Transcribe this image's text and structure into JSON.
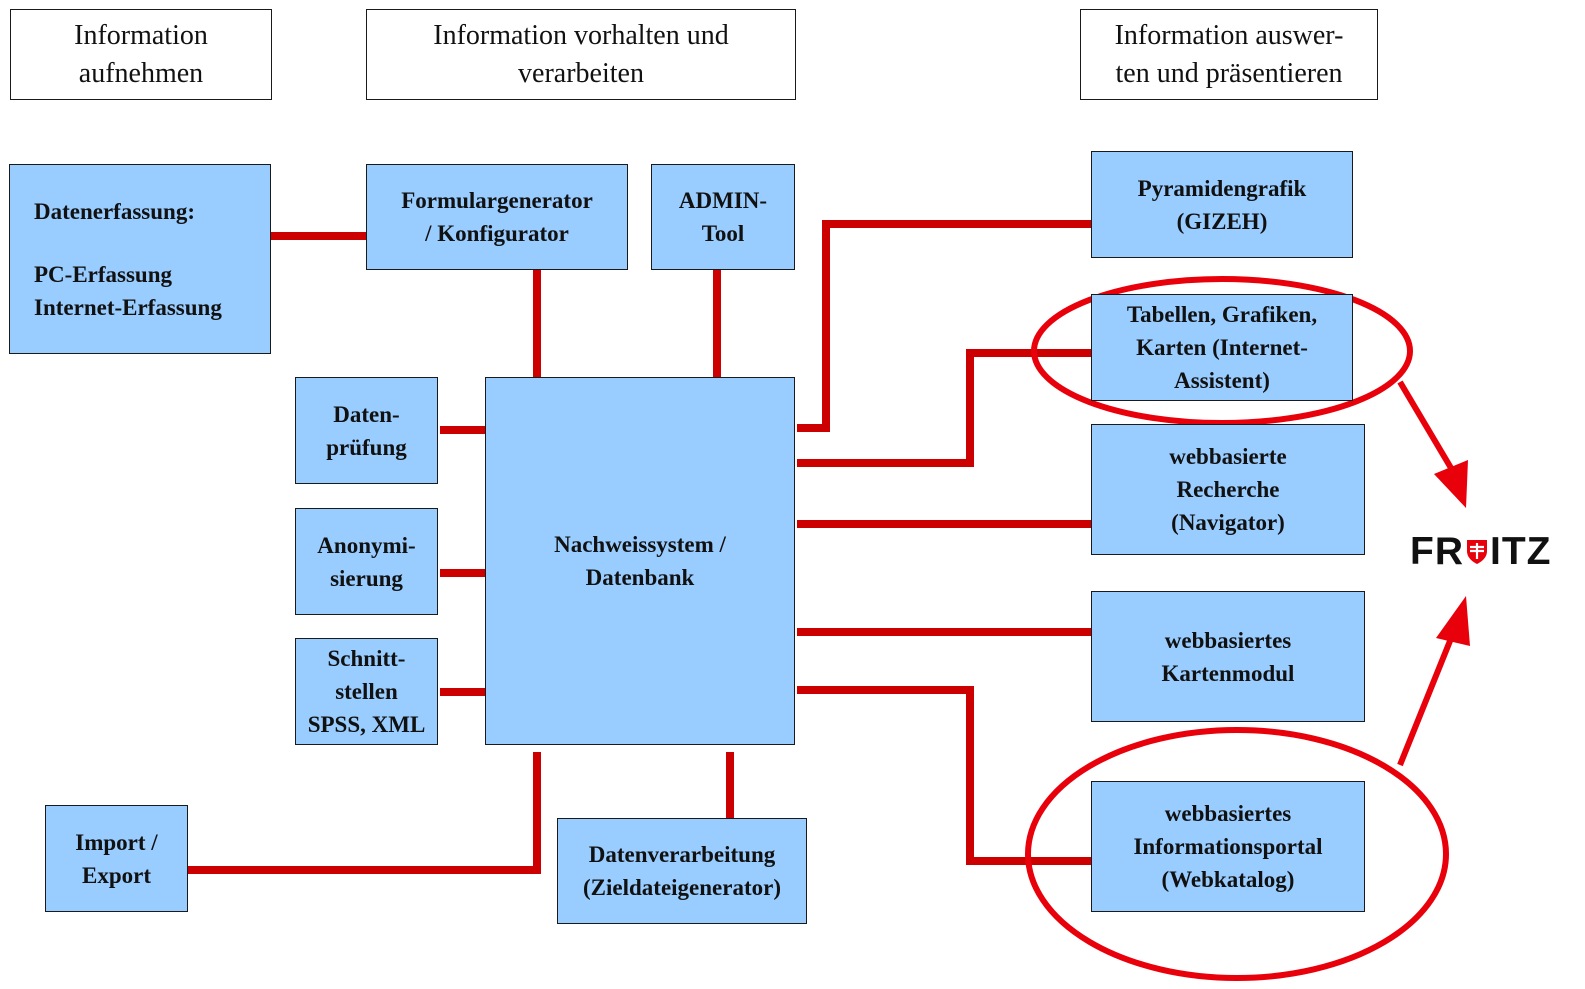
{
  "headers": {
    "capture": [
      "Information",
      "aufnehmen"
    ],
    "process": [
      "Information vorhalten und",
      "verarbeiten"
    ],
    "evaluate": [
      "Information auswer-",
      "ten und präsentieren"
    ]
  },
  "boxes": {
    "datenerfassung": [
      "Datenerfassung:",
      "",
      "PC-Erfassung",
      "Internet-Erfassung"
    ],
    "formulargenerator": [
      "Formulargenerator",
      "/ Konfigurator"
    ],
    "admin_tool": [
      "ADMIN-",
      "Tool"
    ],
    "pyramidengrafik": [
      "Pyramidengrafik",
      "(GIZEH)"
    ],
    "tabellen": [
      "Tabellen, Grafiken,",
      "Karten (Internet-",
      "Assistent)"
    ],
    "datenpruefung": [
      "Daten-",
      "prüfung"
    ],
    "anonymisierung": [
      "Anonymi-",
      "sierung"
    ],
    "schnittstellen": [
      "Schnitt-",
      "stellen",
      "SPSS, XML"
    ],
    "nachweissystem": [
      "Nachweissystem /",
      "Datenbank"
    ],
    "recherche": [
      "webbasierte",
      "Recherche",
      "(Navigator)"
    ],
    "kartenmodul": [
      "webbasiertes",
      "Kartenmodul"
    ],
    "import_export": [
      "Import /",
      "Export"
    ],
    "datenverarbeitung": [
      "Datenverarbeitung",
      "(Zieldateigenerator)"
    ],
    "informationsportal": [
      "webbasiertes",
      "Informationsportal",
      "(Webkatalog)"
    ]
  },
  "logo": {
    "left": "FR",
    "right": "ITZ",
    "icon": "shield-icon"
  },
  "colors": {
    "box_fill": "#99ccff",
    "connector": "#cc0000",
    "highlight": "#e8000b",
    "shield": "#e8000b"
  }
}
